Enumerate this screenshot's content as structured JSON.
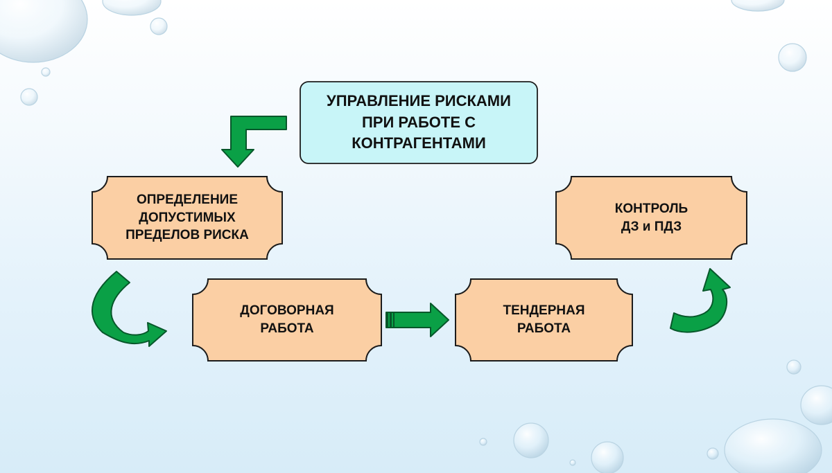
{
  "nodes": {
    "title": "УПРАВЛЕНИЕ РИСКАМИ\nПРИ РАБОТЕ С\nКОНТРАГЕНТАМИ",
    "limits": "ОПРЕДЕЛЕНИЕ\nДОПУСТИМЫХ\nПРЕДЕЛОВ РИСКА",
    "contract": "ДОГОВОРНАЯ\nРАБОТА",
    "tender": "ТЕНДЕРНАЯ\nРАБОТА",
    "control": "КОНТРОЛЬ\nДЗ и ПДЗ"
  },
  "colors": {
    "title_fill": "#c8f5f8",
    "box_fill": "#fbcfa4",
    "box_stroke": "#1c1c1c",
    "arrow_fill": "#0aa046",
    "arrow_stroke": "#07572a"
  }
}
